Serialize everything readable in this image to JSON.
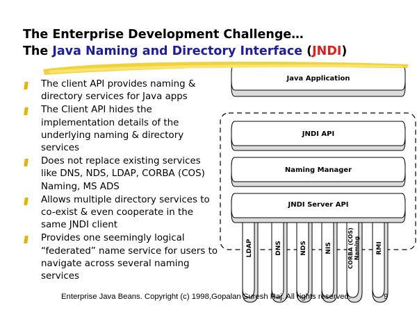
{
  "title": {
    "line1": "The Enterprise Development Challenge…",
    "line2_prefix": "The ",
    "line2_highlight": "Java Naming and Directory Interface",
    "line2_open": " (",
    "line2_acronym": "JNDI",
    "line2_close": ")"
  },
  "bullets": [
    "The client API provides naming & directory services for Java apps",
    "The Client API hides the implementation details of the underlying naming & directory services",
    "Does not replace existing services like DNS, NDS, LDAP, CORBA (COS) Naming, MS ADS",
    "Allows multiple directory services to co-exist & even cooperate in the same JNDI client",
    "Provides one seemingly logical “federated” name service for users to navigate across several naming services"
  ],
  "diagram": {
    "layers": [
      "Java Application",
      "JNDI API",
      "Naming Manager",
      "JNDI Server API"
    ],
    "providers": [
      "LDAP",
      "DNS",
      "NDS",
      "NIS",
      "CORBA (COS) Naming",
      "RMI"
    ]
  },
  "footer": {
    "text": "Enterprise Java Beans. Copyright (c) 1998,Gopalan Suresh Raj. All rights reserved.",
    "page": "9"
  },
  "colors": {
    "title_blue": "#1c1ca6",
    "title_red": "#e21d18",
    "bullet": "#e7b400",
    "highlight": "#f1d23a"
  }
}
